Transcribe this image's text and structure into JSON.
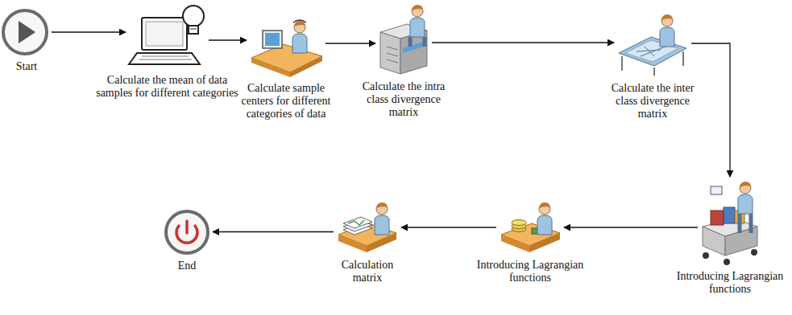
{
  "diagram": {
    "nodes": [
      {
        "text": [
          "Start"
        ]
      },
      {
        "text": [
          "Calculate the mean of data samples for different categories"
        ]
      },
      {
        "text": [
          "Calculate sample centers for different categories of data"
        ]
      },
      {
        "text": [
          "Calculate the intra class divergence matrix"
        ]
      },
      {
        "text": [
          "Calculate the inter class divergence matrix"
        ]
      },
      {
        "text": [
          "Introducing Lagrangian functions"
        ]
      },
      {
        "text": [
          "Introducing Lagrangian functions"
        ]
      },
      {
        "text": [
          "Calculation matrix"
        ]
      },
      {
        "text": [
          "End"
        ]
      }
    ],
    "edges": [
      {
        "from": 0,
        "to": 1,
        "arrow": "to"
      },
      {
        "from": 1,
        "to": 2,
        "arrow": "to"
      },
      {
        "from": 2,
        "to": 3,
        "arrow": "to"
      },
      {
        "from": 3,
        "to": 4,
        "arrow": "to"
      },
      {
        "from": 4,
        "to": 5,
        "arrow": "to"
      },
      {
        "from": 5,
        "to": 6,
        "arrow": "to"
      },
      {
        "from": 6,
        "to": 7,
        "arrow": "to"
      },
      {
        "from": 7,
        "to": 8,
        "arrow": "to"
      }
    ]
  }
}
